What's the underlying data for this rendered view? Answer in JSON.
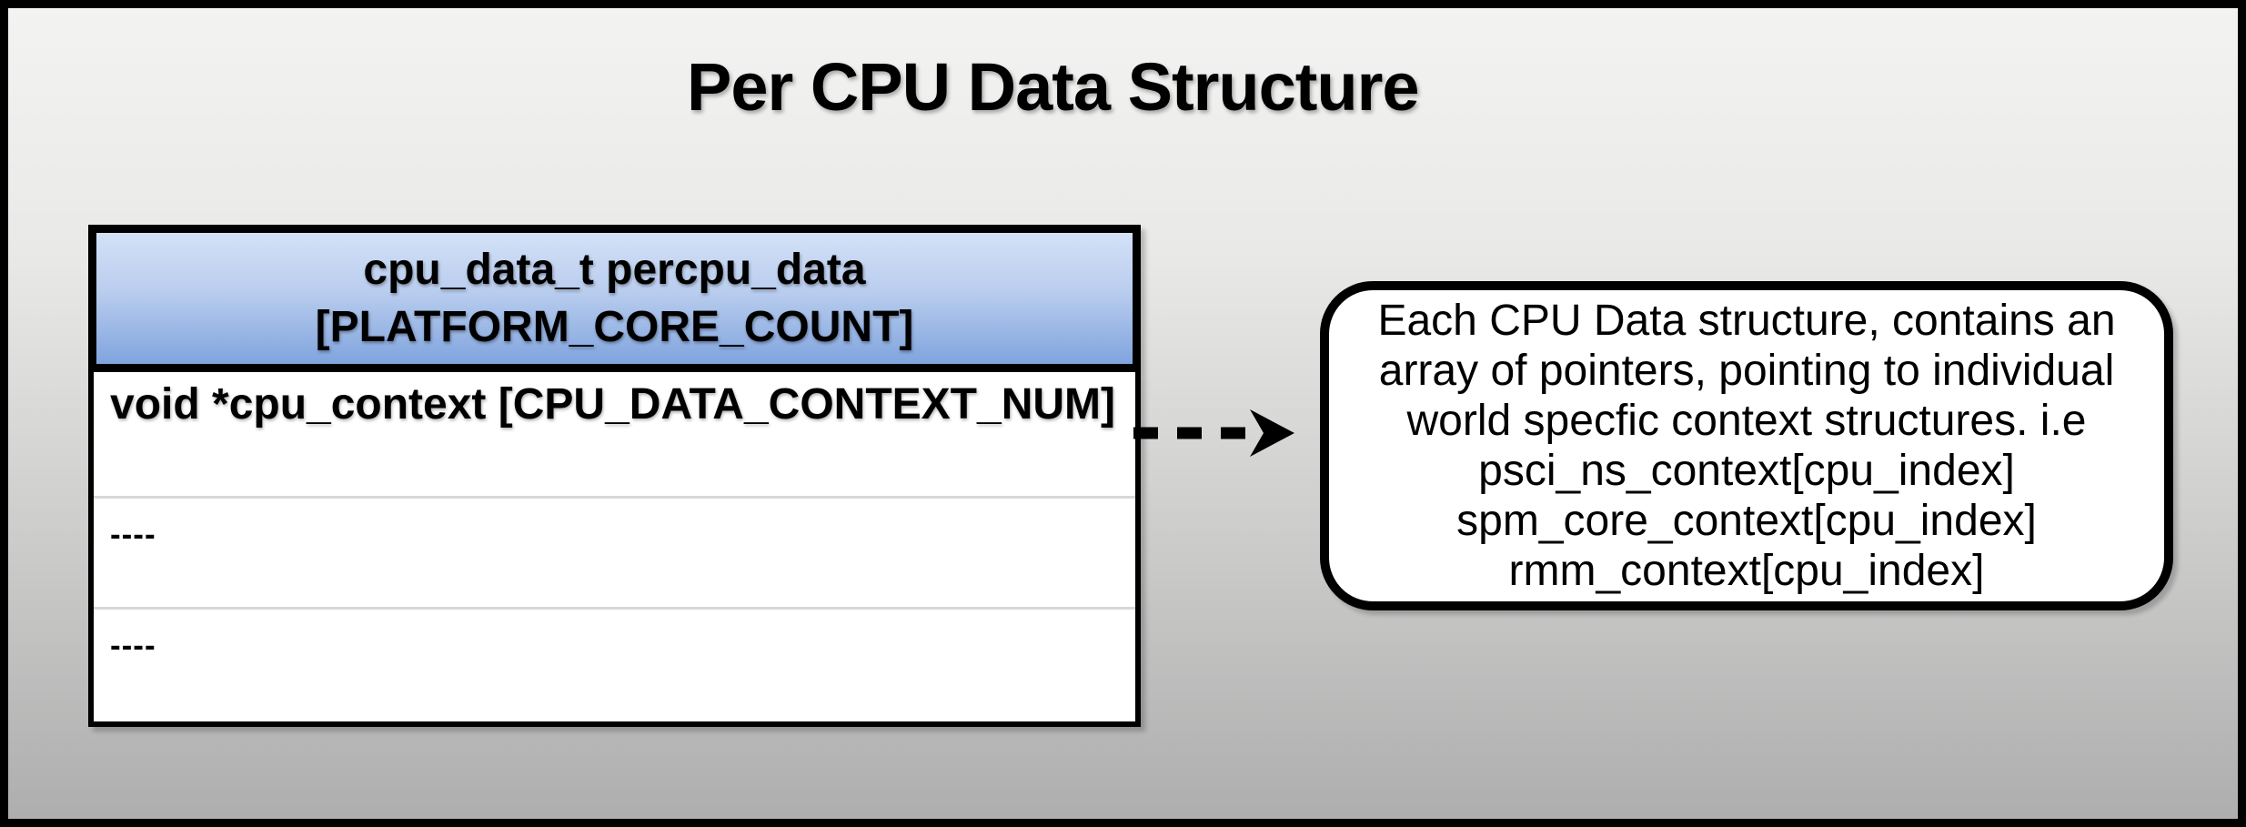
{
  "title": "Per CPU Data Structure",
  "struct_table": {
    "header": {
      "line1": "cpu_data_t percpu_data",
      "line2": "[PLATFORM_CORE_COUNT]"
    },
    "rows": [
      {
        "label": "void *cpu_context [CPU_DATA_CONTEXT_NUM]"
      },
      {
        "label": "----"
      },
      {
        "label": "----"
      }
    ]
  },
  "connector": {
    "icon": "dashed-right-arrow"
  },
  "note_box": {
    "lines": [
      "Each CPU Data structure, contains an",
      "array of pointers, pointing to individual",
      "world specfic context structures. i.e",
      "psci_ns_context[cpu_index]",
      "spm_core_context[cpu_index]",
      "rmm_context[cpu_index]"
    ]
  },
  "colors": {
    "outer_border": "#000000",
    "background_top": "#f3f3f2",
    "background_bottom": "#aeaeae",
    "header_gradient_top": "#d4e1f7",
    "header_gradient_bottom": "#80a4de",
    "table_fill": "#ffffff",
    "row_separator": "#d8d8d8",
    "text": "#000000"
  }
}
